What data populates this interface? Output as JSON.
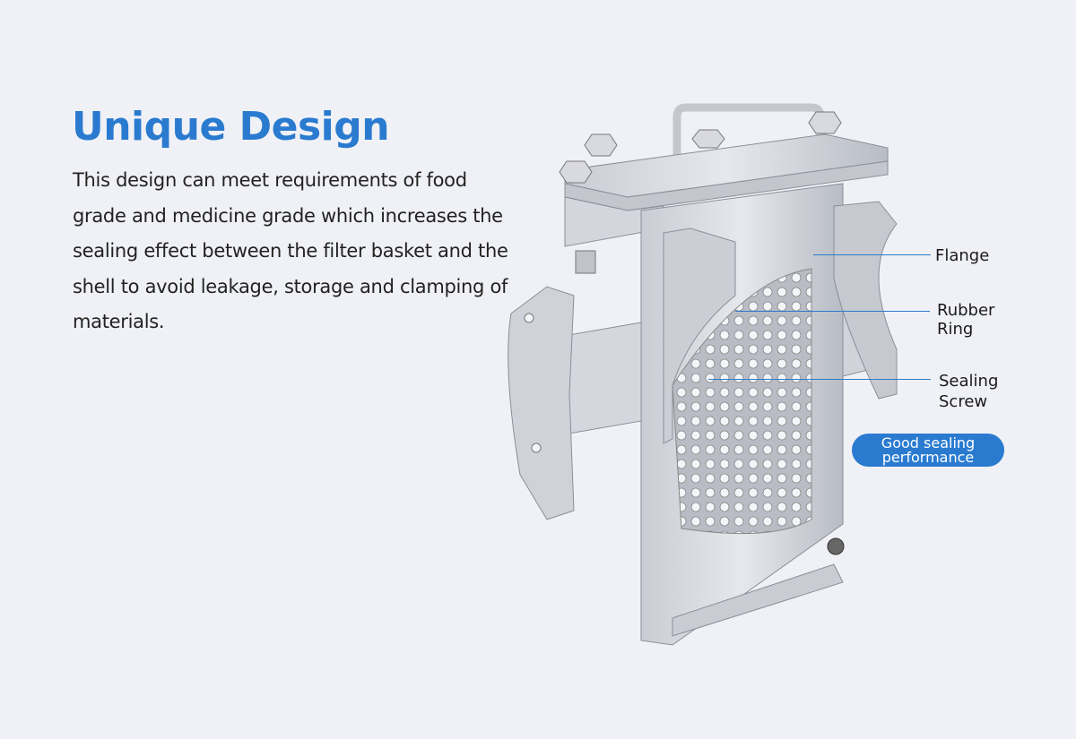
{
  "heading": "Unique Design",
  "description": "This design can meet requirements of food grade and medicine grade which increases the sealing effect between the filter basket and the shell to avoid leakage, storage and clamping of materials.",
  "labels": {
    "flange": "Flange",
    "rubber_ring_1": "Rubber",
    "rubber_ring_2": "Ring",
    "sealing_screw_1": "Sealing",
    "sealing_screw_2": "Screw"
  },
  "badge": "Good sealing performance",
  "colors": {
    "accent": "#2a7bd0",
    "background": "#f0f1f6"
  }
}
